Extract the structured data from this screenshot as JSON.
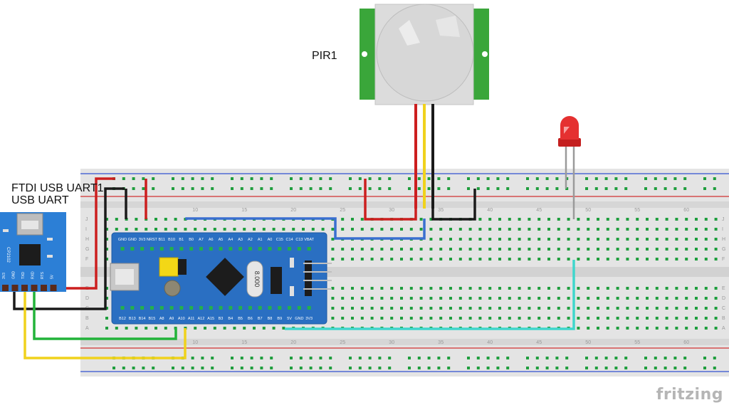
{
  "labels": {
    "pir": "PIR1",
    "ftdi_line1": "FTDI USB UART1",
    "ftdi_line2": "USB UART",
    "brand": "fritzing"
  },
  "breadboard": {
    "column_numbers": [
      "10",
      "15",
      "20",
      "25",
      "30",
      "35",
      "40",
      "45",
      "50",
      "55",
      "60"
    ],
    "row_letters_top": [
      "J",
      "I",
      "H",
      "G",
      "F"
    ],
    "row_letters_bottom": [
      "E",
      "D",
      "C",
      "B",
      "A"
    ]
  },
  "bluepill": {
    "top_pins": [
      "GND",
      "GND",
      "3V3",
      "NRST",
      "B11",
      "B10",
      "B1",
      "B0",
      "A7",
      "A6",
      "A5",
      "A4",
      "A3",
      "A2",
      "A1",
      "A0",
      "C15",
      "C14",
      "C13",
      "VBAT"
    ],
    "bottom_pins": [
      "B12",
      "B13",
      "B14",
      "B15",
      "A8",
      "A9",
      "A10",
      "A11",
      "A12",
      "A15",
      "B3",
      "B4",
      "B5",
      "B6",
      "B7",
      "B8",
      "B9",
      "5V",
      "GND",
      "3V3"
    ],
    "crystal_marking": "8.000"
  },
  "ftdi": {
    "chip_label": "CP2102",
    "pins": [
      "3V3",
      "GND",
      "TXD",
      "RXD",
      "RTS",
      "5V"
    ]
  },
  "colors": {
    "breadboard": "#e4e4e4",
    "rail_red": "#d03030",
    "rail_blue": "#3050d0",
    "hole": "#1f9e3e",
    "bluepill": "#2a6fc2",
    "ftdi": "#2c7fd6",
    "wire_red": "#cc1f1f",
    "wire_black": "#1a1a1a",
    "wire_blue": "#3a6fd0",
    "wire_yellow": "#f0d21c",
    "wire_green": "#22b33a",
    "wire_cyan": "#3fd6cc",
    "pir_pcb": "#3aa63a",
    "led": "#e53030"
  }
}
